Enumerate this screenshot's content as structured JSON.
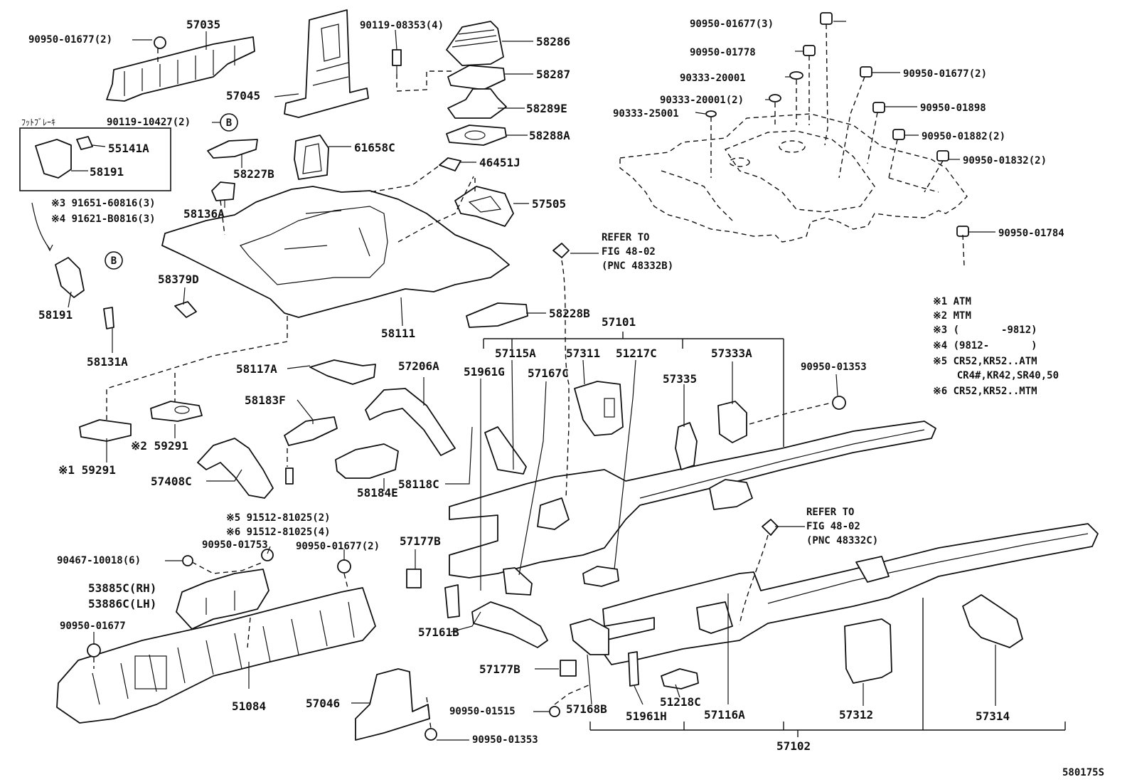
{
  "figure_id": "580175S",
  "labels": {
    "p57035": "57035",
    "p90950_01677_2_tl": "90950-01677(2)",
    "p57045": "57045",
    "p90119_08353_4": "90119-08353(4)",
    "p58286": "58286",
    "p58287": "58287",
    "p58289E": "58289E",
    "p58288A": "58288A",
    "p46451J": "46451J",
    "p57505": "57505",
    "p90119_10427_2": "90119-10427(2)",
    "foot_brake": "ﾌｯﾄﾌﾞﾚｰｷ",
    "p55141A": "55141A",
    "p58191_box": "58191",
    "p58227B": "58227B",
    "p61658C": "61658C",
    "p58136A": "58136A",
    "n3_91651": "※3 91651-60816(3)",
    "n4_91621": "※4 91621-B0816(3)",
    "p58191": "58191",
    "p58379D": "58379D",
    "p58111": "58111",
    "p58228B": "58228B",
    "p58131A": "58131A",
    "p58117A": "58117A",
    "p57206A": "57206A",
    "p58183F": "58183F",
    "n2_59291": "※2 59291",
    "n1_59291": "※1 59291",
    "p57408C": "57408C",
    "p58184E": "58184E",
    "p58118C": "58118C",
    "n5_91512": "※5 91512-81025(2)",
    "n6_91512": "※6 91512-81025(4)",
    "p90950_01753": "90950-01753",
    "p90467_10018_6": "90467-10018(6)",
    "p90950_01677_2_mid": "90950-01677(2)",
    "p57177B_top": "57177B",
    "p53885C": "53885C(RH)",
    "p53886C": "53886C(LH)",
    "p90950_01677": "90950-01677",
    "p51084": "51084",
    "p57046": "57046",
    "p90950_01353_bot": "90950-01353",
    "p57161B": "57161B",
    "p57177B_bot": "57177B",
    "p90950_01515": "90950-01515",
    "p57168B": "57168B",
    "p51961H": "51961H",
    "p51218C": "51218C",
    "p57116A": "57116A",
    "p57312": "57312",
    "p57314": "57314",
    "p57102": "57102",
    "refer1_a": "REFER TO",
    "refer1_b": "FIG 48-02",
    "refer1_c": "(PNC 48332B)",
    "refer2_a": "REFER TO",
    "refer2_b": "FIG 48-02",
    "refer2_c": "(PNC 48332C)",
    "p57101": "57101",
    "p57115A": "57115A",
    "p57311": "57311",
    "p51217C": "51217C",
    "p57335": "57335",
    "p57333A": "57333A",
    "p51961G": "51961G",
    "p57167C": "57167C",
    "p90950_01353_right": "90950-01353",
    "tr_90950_01677_3": "90950-01677(3)",
    "tr_90950_01778": "90950-01778",
    "tr_90333_20001": "90333-20001",
    "tr_90333_20001_2": "90333-20001(2)",
    "tr_90333_25001": "90333-25001",
    "tr_90950_01677_2": "90950-01677(2)",
    "tr_90950_01898": "90950-01898",
    "tr_90950_01882_2": "90950-01882(2)",
    "tr_90950_01832_2": "90950-01832(2)",
    "tr_90950_01784": "90950-01784",
    "circle_b": "B"
  },
  "notes": [
    "※1 ATM",
    "※2 MTM",
    "※3 (       -9812)",
    "※4 (9812-       )",
    "※5 CR52,KR52..ATM",
    "    CR4#,KR42,SR40,50",
    "※6 CR52,KR52..MTM"
  ]
}
